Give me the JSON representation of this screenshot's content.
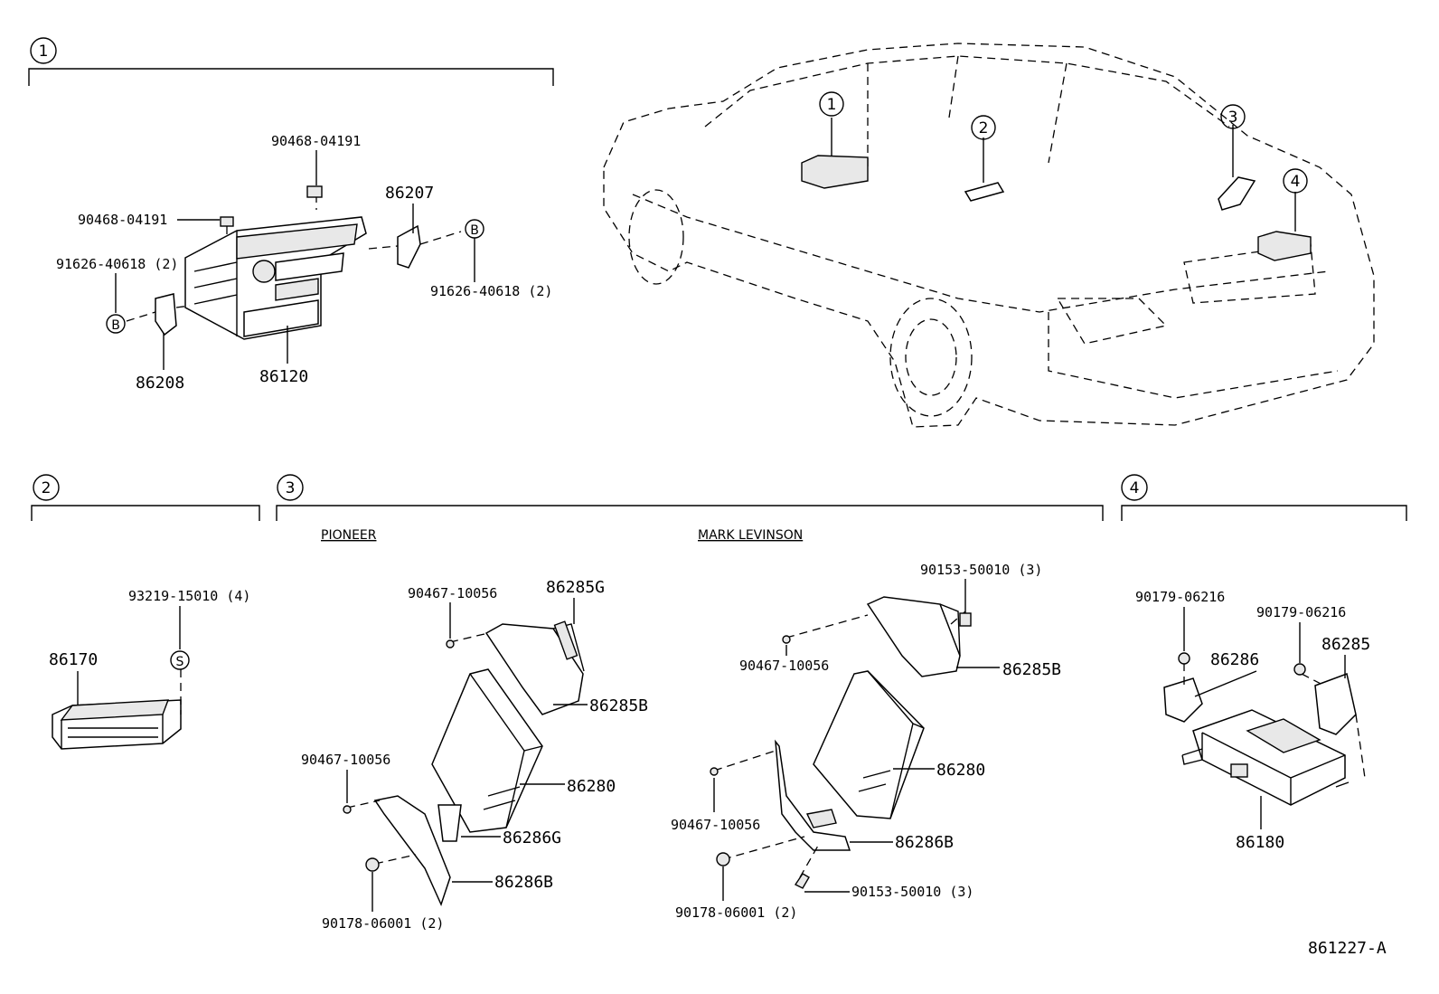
{
  "sections": {
    "s1": "1",
    "s2": "2",
    "s3": "3",
    "s4": "4"
  },
  "car_callouts": {
    "c1": "1",
    "c2": "2",
    "c3": "3",
    "c4": "4"
  },
  "ref_markers": {
    "b1": "B",
    "b2": "B",
    "s": "S"
  },
  "section1": {
    "p90468_top": "90468-04191",
    "p90468_left": "90468-04191",
    "p91626_left": "91626-40618 (2)",
    "p91626_right": "91626-40618 (2)",
    "p86207": "86207",
    "p86208": "86208",
    "p86120": "86120"
  },
  "section2": {
    "p93219": "93219-15010 (4)",
    "p86170": "86170"
  },
  "section3": {
    "pioneer_heading": "PIONEER",
    "mark_levinson_heading": "MARK LEVINSON",
    "pioneer": {
      "p90467_top": "90467-10056",
      "p86285G": "86285G",
      "p86285B": "86285B",
      "p90467_mid": "90467-10056",
      "p86280": "86280",
      "p86286G": "86286G",
      "p86286B": "86286B",
      "p90178": "90178-06001 (2)"
    },
    "mark_levinson": {
      "p90153_top": "90153-50010 (3)",
      "p90467_top": "90467-10056",
      "p86285B": "86285B",
      "p86280": "86280",
      "p90467_bot": "90467-10056",
      "p86286B": "86286B",
      "p90178": "90178-06001 (2)",
      "p90153_bot": "90153-50010 (3)"
    }
  },
  "section4": {
    "p90179_left": "90179-06216",
    "p90179_right": "90179-06216",
    "p86286": "86286",
    "p86285": "86285",
    "p86180": "86180"
  },
  "diagram_code": "861227-A"
}
